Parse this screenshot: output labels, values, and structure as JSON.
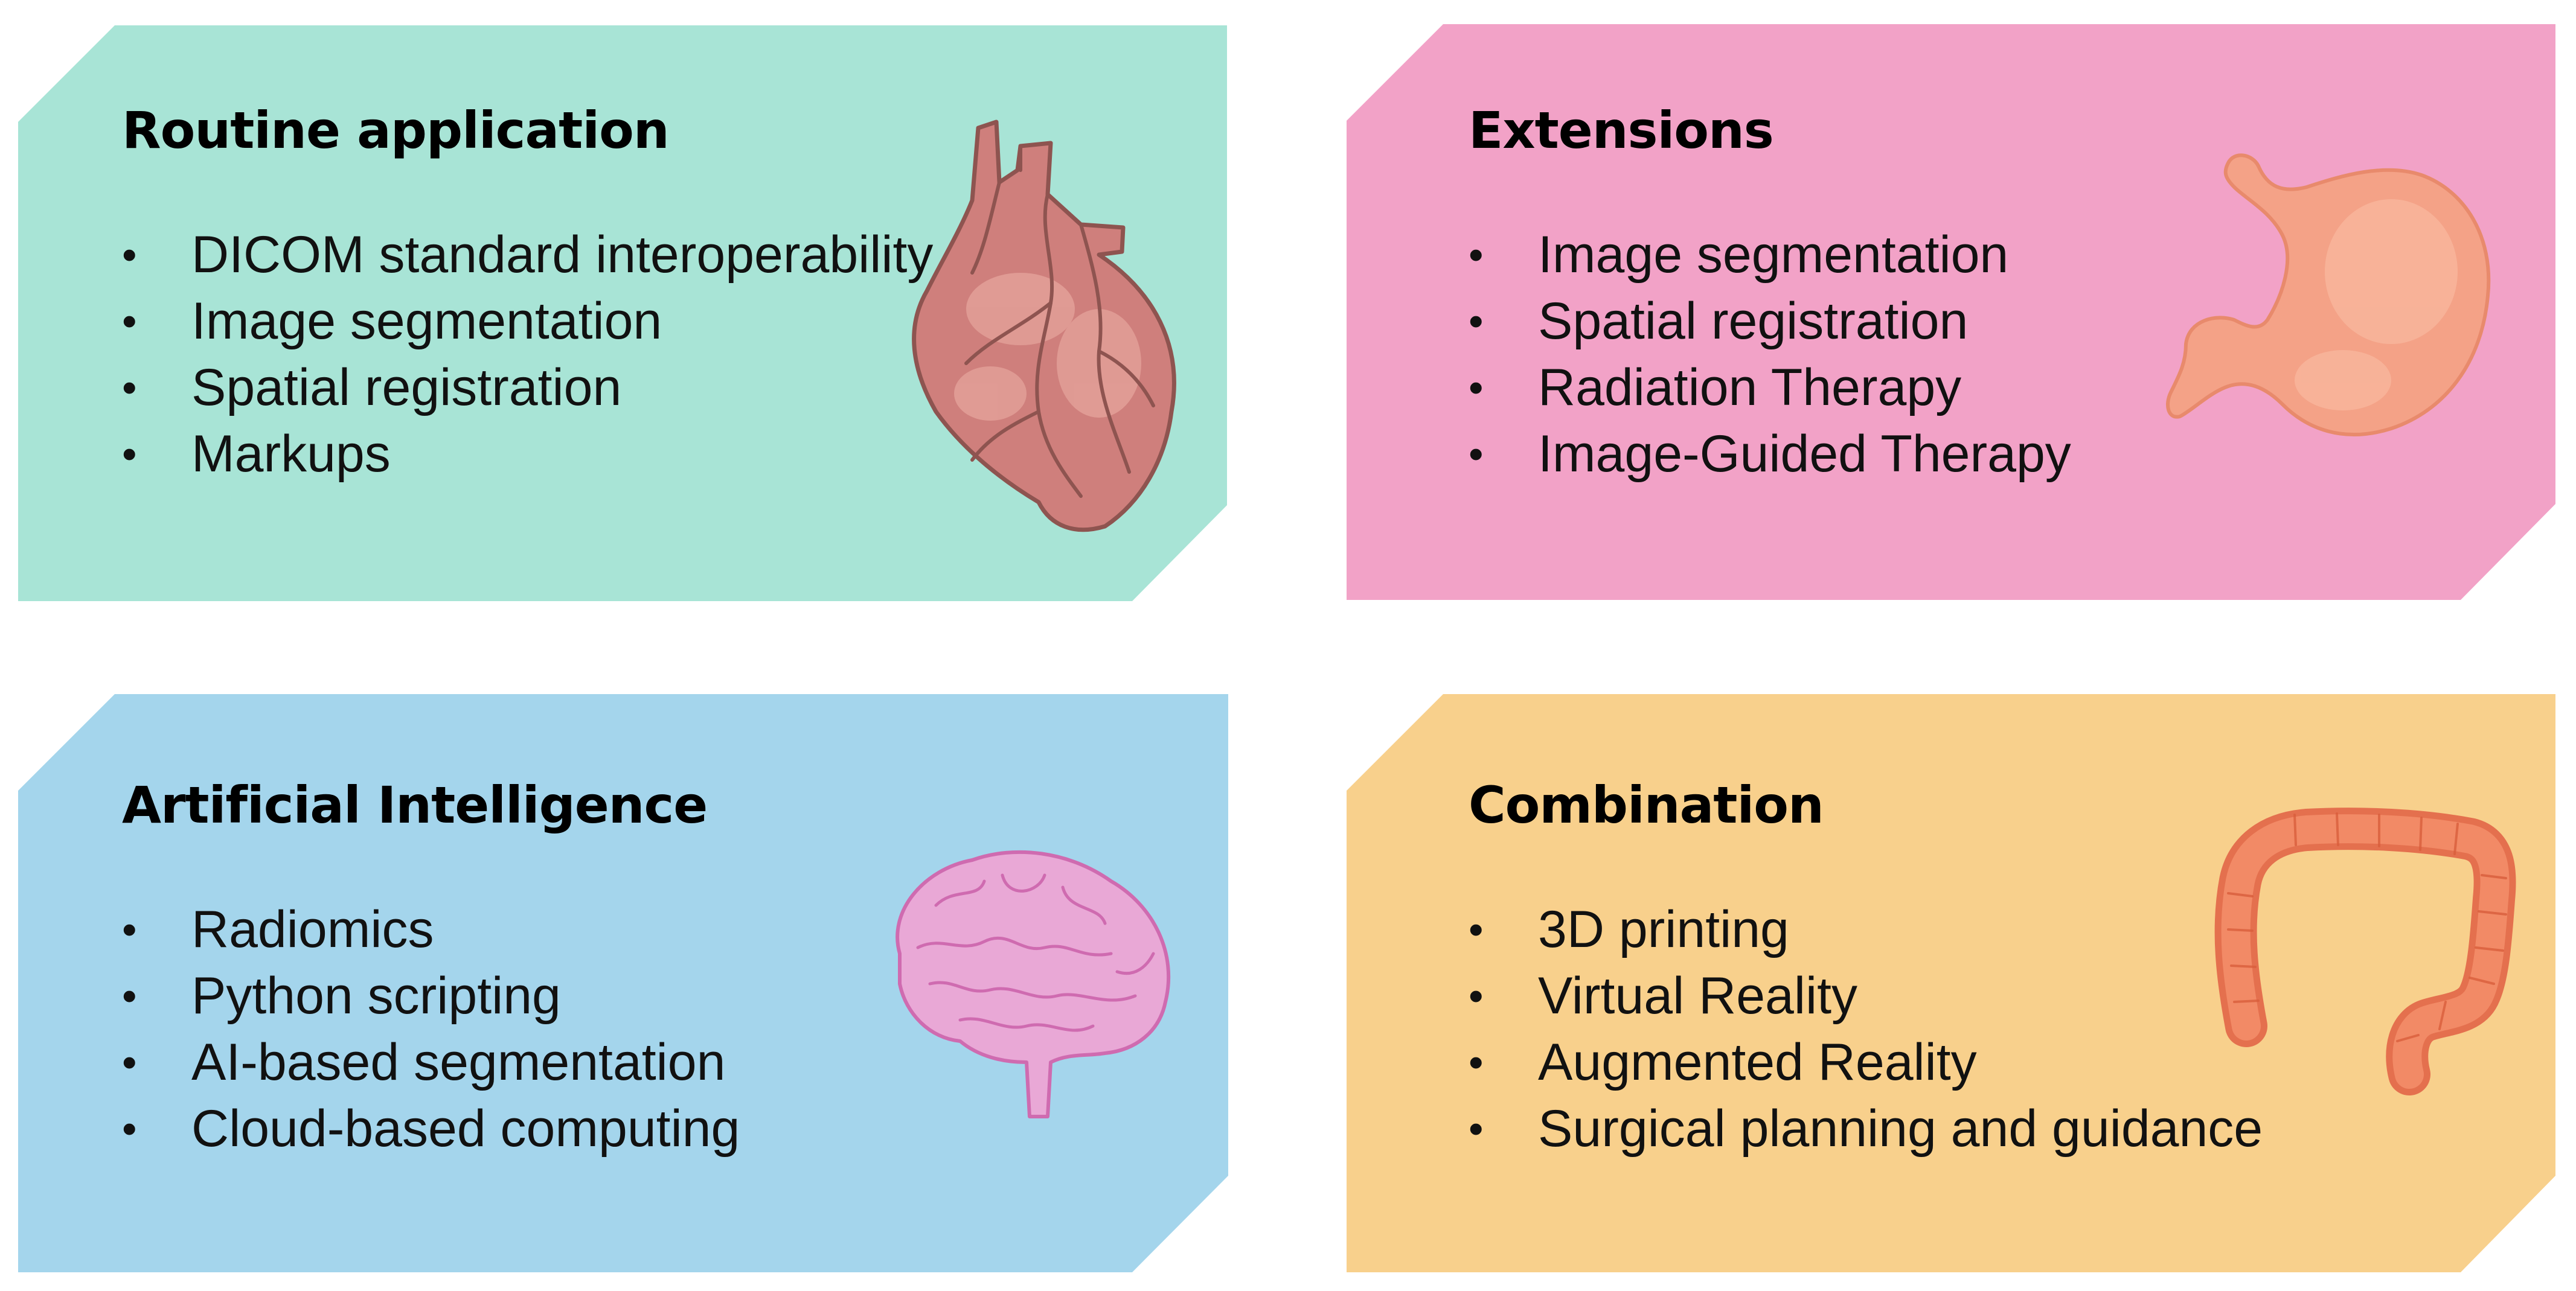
{
  "panels": [
    {
      "id": "routine",
      "title": "Routine application",
      "items": [
        "DICOM standard interoperability",
        "Image segmentation",
        "Spatial registration",
        "Markups"
      ],
      "color": "#A8E4D6",
      "icon": "heart-icon"
    },
    {
      "id": "extensions",
      "title": "Extensions",
      "items": [
        "Image segmentation",
        "Spatial registration",
        "Radiation Therapy",
        "Image-Guided Therapy"
      ],
      "color": "#F2A2C7",
      "icon": "stomach-icon"
    },
    {
      "id": "ai",
      "title": "Artificial Intelligence",
      "items": [
        "Radiomics",
        "Python scripting",
        "AI-based segmentation",
        "Cloud-based computing"
      ],
      "color": "#A4D5EC",
      "icon": "brain-icon"
    },
    {
      "id": "combination",
      "title": "Combination",
      "items": [
        "3D printing",
        "Virtual Reality",
        "Augmented Reality",
        "Surgical planning and guidance"
      ],
      "color": "#F8D08C",
      "icon": "colon-icon"
    }
  ]
}
